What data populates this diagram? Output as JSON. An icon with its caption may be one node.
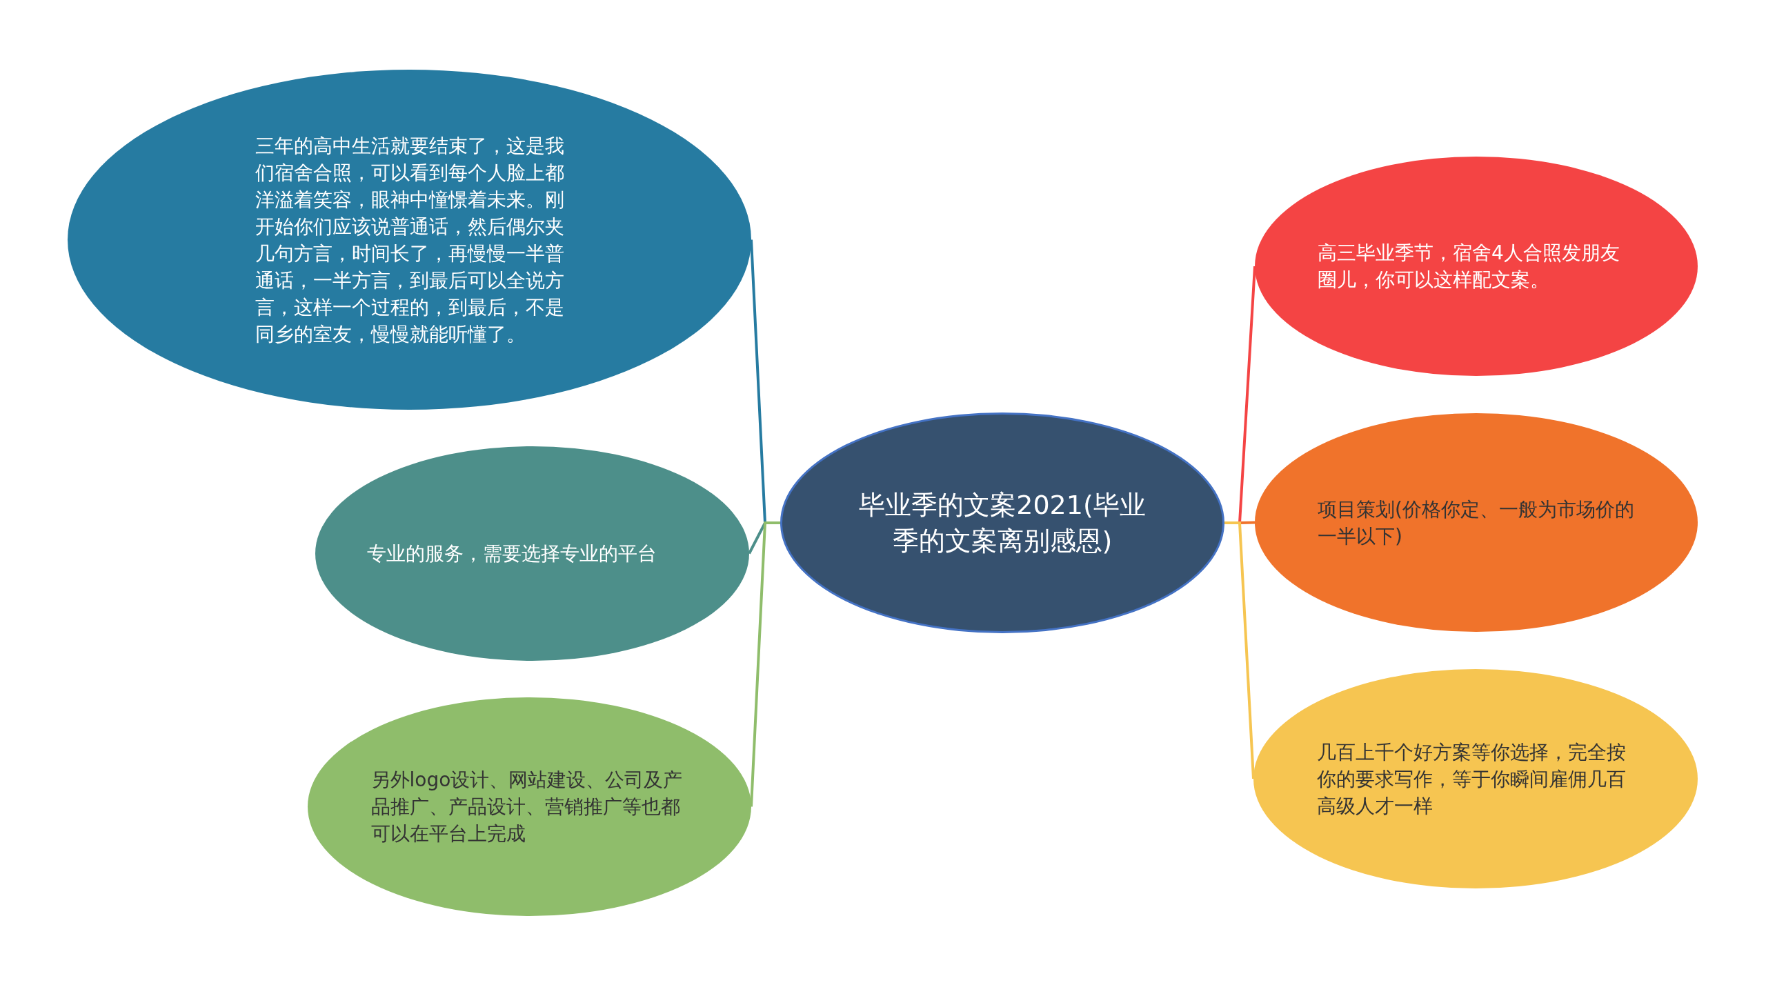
{
  "diagram": {
    "nodes": [
      {
        "text": [
          "毕业季的文案2021(毕业季的文案离别感恩)"
        ]
      },
      {
        "text": [
          "三年的高中生活就要结束了，这是我们宿舍合照，可以看到每个人脸上都洋溢着笑容，眼神中憧憬着未来。刚开始你们应该说普通话，然后偶尔夹几句方言，时间长了，再慢慢一半普通话，一半方言，到最后可以全说方言，这样一个过程的，到最后，不是同乡的室友，慢慢就能听懂了。"
        ]
      },
      {
        "text": [
          "专业的服务，需要选择专业的平台"
        ]
      },
      {
        "text": [
          "另外logo设计、网站建设、公司及产品推广、产品设计、营销推广等也都可以在平台上完成"
        ]
      },
      {
        "text": [
          "高三毕业季节，宿舍4人合照发朋友圈儿，你可以这样配文案。"
        ]
      },
      {
        "text": [
          "项目策划(价格你定、一般为市场价的一半以下)"
        ]
      },
      {
        "text": [
          "几百上千个好方案等你选择，完全按你的要求写作，等于你瞬间雇佣几百高级人才一样"
        ]
      }
    ],
    "edges": [
      {
        "from": 0,
        "to": 1,
        "arrow": "none",
        "color": "#267ba1"
      },
      {
        "from": 0,
        "to": 2,
        "arrow": "none",
        "color": "#4d8f8a"
      },
      {
        "from": 0,
        "to": 3,
        "arrow": "none",
        "color": "#8fbd6b"
      },
      {
        "from": 0,
        "to": 4,
        "arrow": "none",
        "color": "#f44444"
      },
      {
        "from": 0,
        "to": 5,
        "arrow": "none",
        "color": "#f0732b"
      },
      {
        "from": 0,
        "to": 6,
        "arrow": "none",
        "color": "#f6c551"
      }
    ]
  }
}
